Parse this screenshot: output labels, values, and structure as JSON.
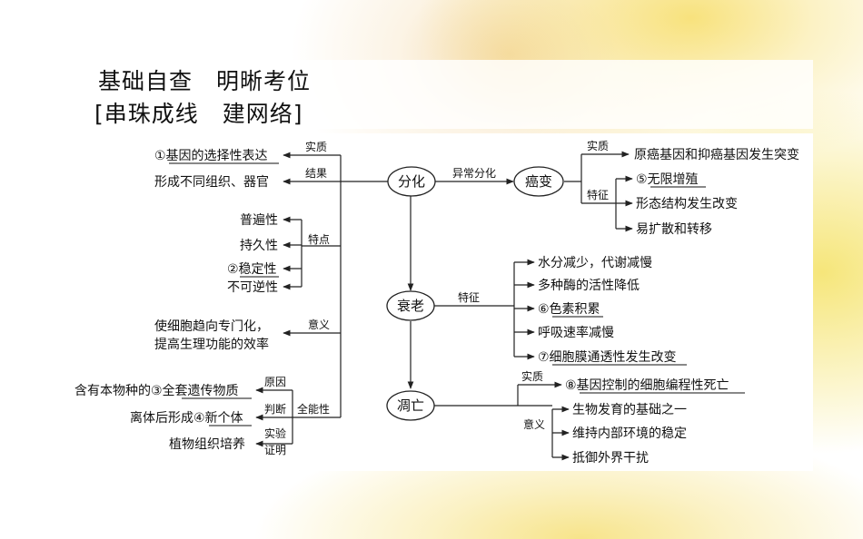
{
  "titles": {
    "line1": "基础自查　明晰考位",
    "line2": "[串珠成线　建网络]"
  },
  "nodes": {
    "differentiation": "分化",
    "aging": "衰老",
    "apoptosis": "凋亡",
    "cancer": "癌变"
  },
  "left": {
    "essence_label": "实质",
    "essence_text": "①基因的选择性表达",
    "result_label": "结果",
    "result_text": "形成不同组织、器官",
    "features_label": "特点",
    "features": [
      "普遍性",
      "持久性",
      "②稳定性",
      "不可逆性"
    ],
    "meaning_label": "意义",
    "meaning_line1": "使细胞趋向专门化，",
    "meaning_line2": "提高生理功能的效率",
    "totipotency_label": "全能性",
    "cause_label": "原因",
    "cause_text": "含有本物种的③全套遗传物质",
    "judge_label": "判断",
    "judge_text": "离体后形成④新个体",
    "proof_label_1": "实验",
    "proof_label_2": "证明",
    "proof_text": "植物组织培养"
  },
  "right": {
    "abnormal_label": "异常分化",
    "cancer_essence_label": "实质",
    "cancer_essence_text": "原癌基因和抑癌基因发生突变",
    "cancer_features_label": "特征",
    "cancer_features": [
      "⑤无限增殖",
      "形态结构发生改变",
      "易扩散和转移"
    ],
    "aging_features_label": "特征",
    "aging_features": [
      "水分减少，代谢减慢",
      "多种酶的活性降低",
      "⑥色素积累",
      "呼吸速率减慢",
      "⑦细胞膜通透性发生改变"
    ],
    "apoptosis_essence_label": "实质",
    "apoptosis_essence_text": "⑧基因控制的细胞编程性死亡",
    "apoptosis_meaning_label": "意义",
    "apoptosis_meaning": [
      "生物发育的基础之一",
      "维持内部环境的稳定",
      "抵御外界干扰"
    ]
  }
}
